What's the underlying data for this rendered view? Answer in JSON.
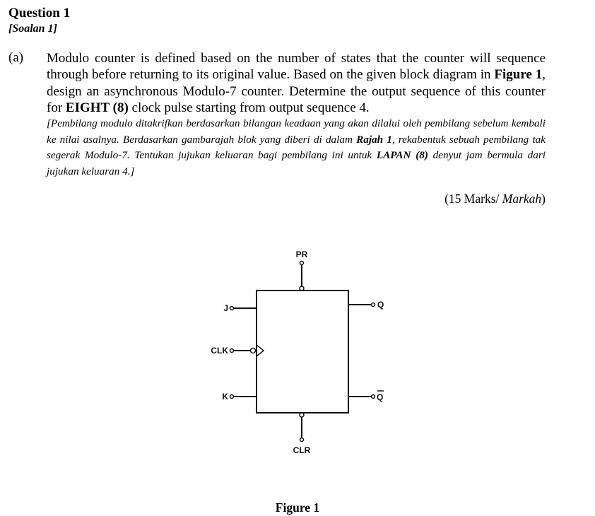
{
  "question": {
    "title": "Question 1",
    "subtitle": "[Soalan 1]"
  },
  "part_a": {
    "label": "(a)",
    "english": {
      "t1": "Modulo counter is defined based on the number of states that the counter will sequence through before returning to its original value. Based on the given block diagram in ",
      "b1": "Figure 1",
      "t2": ", design an asynchronous Modulo-7 counter. Determine the output sequence of this counter for ",
      "b2": "EIGHT (8)",
      "t3": " clock pulse starting from output sequence 4."
    },
    "malay": {
      "t1": "[Pembilang modulo ditakrifkan berdasarkan bilangan keadaan yang akan dilalui oleh pembilang sebelum kembali ke nilai asalnya. Berdasarkan gambarajah blok yang diberi di dalam ",
      "b1": "Rajah 1",
      "t2": ", rekabentuk sebuah pembilang tak segerak Modulo-7. Tentukan jujukan keluaran bagi pembilang ini untuk ",
      "b2": "LAPAN (8)",
      "t3": " denyut jam bermula dari jujukan keluaran 4.]"
    },
    "marks": {
      "prefix": "(15 Marks/ ",
      "italic": "Markah",
      "suffix": ")"
    }
  },
  "figure": {
    "caption": "Figure 1",
    "pins": {
      "pr": "PR",
      "j": "J",
      "clk": "CLK",
      "k": "K",
      "q": "Q",
      "q_bar": "Q",
      "clr": "CLR"
    }
  }
}
